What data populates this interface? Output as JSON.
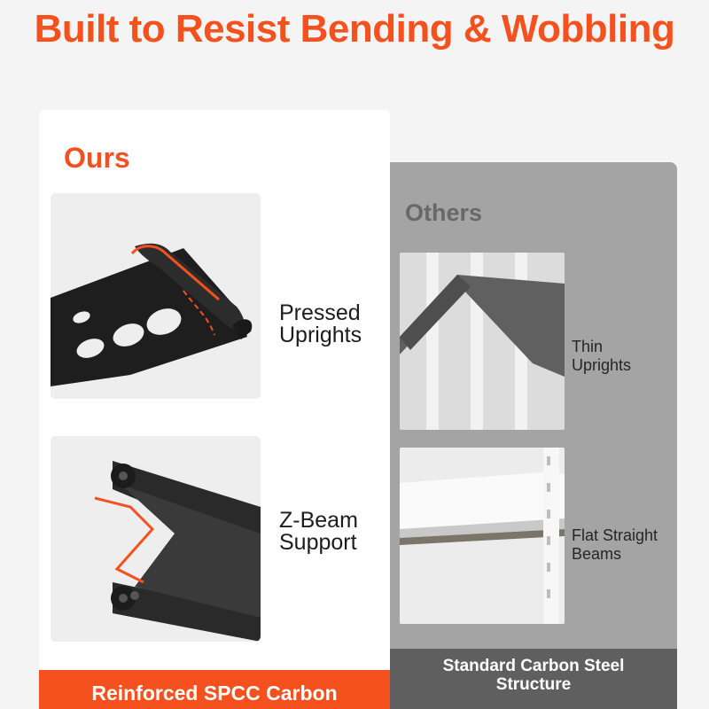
{
  "heading": "Built to Resist Bending & Wobbling",
  "ours": {
    "title": "Ours",
    "features": [
      {
        "line1": "Pressed",
        "line2": "Uprights"
      },
      {
        "line1": "Z-Beam",
        "line2": "Support"
      }
    ],
    "footer": "Reinforced SPCC Carbon"
  },
  "others": {
    "title": "Others",
    "features": [
      {
        "line1": "Thin",
        "line2": "Uprights"
      },
      {
        "line1": "Flat Straight",
        "line2": "Beams"
      }
    ],
    "footer_line1": "Standard Carbon Steel",
    "footer_line2": "Structure"
  },
  "colors": {
    "accent": "#f4511e",
    "background": "#f4f4f4",
    "others_panel": "#a4a4a4",
    "others_footer": "#5f5f5f"
  }
}
